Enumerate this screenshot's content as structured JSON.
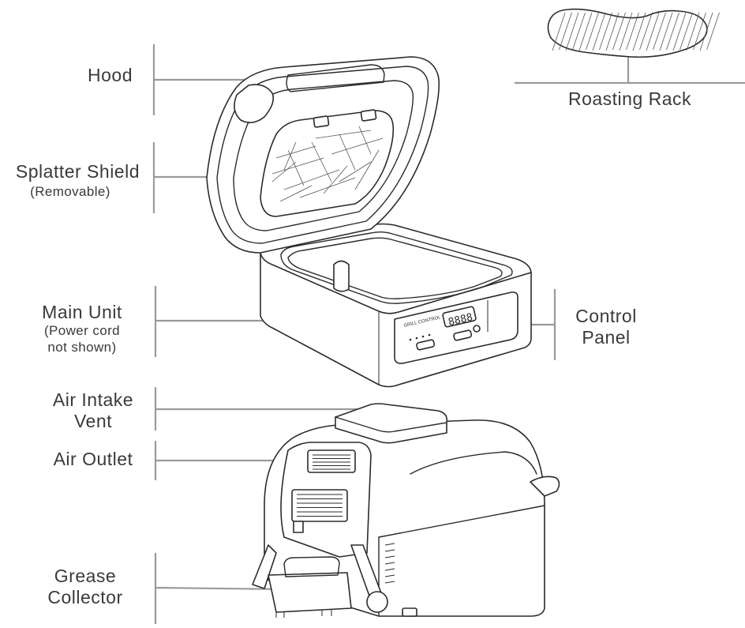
{
  "labels": {
    "hood": "Hood",
    "splatter_shield": "Splatter Shield",
    "splatter_shield_note": "(Removable)",
    "main_unit": "Main Unit",
    "main_unit_note_1": "(Power cord",
    "main_unit_note_2": "not shown)",
    "air_intake_1": "Air Intake",
    "air_intake_2": "Vent",
    "air_outlet": "Air Outlet",
    "grease_1": "Grease",
    "grease_2": "Collector",
    "roasting_rack": "Roasting Rack",
    "control_1": "Control",
    "control_2": "Panel"
  },
  "control_panel": {
    "brand": "GRILL CONTROL",
    "display": "8888"
  },
  "colors": {
    "ink": "#2b2b2b",
    "leader": "#9a9a9a",
    "text": "#3a3a3a",
    "background": "#ffffff"
  }
}
